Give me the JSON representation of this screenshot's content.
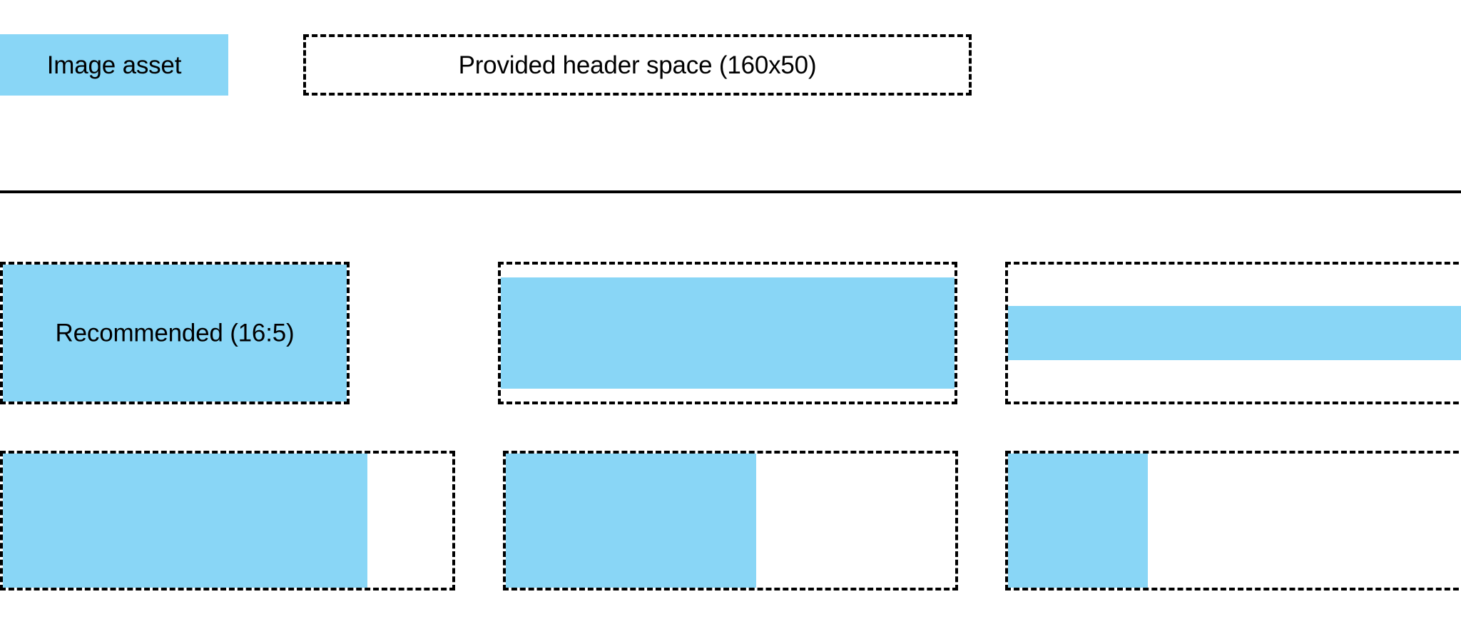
{
  "page": {
    "background": "#ffffff",
    "accent_blue": "#89D6F6",
    "outline_color": "#000000"
  },
  "header": {
    "asset_swatch_label": "Image asset",
    "provided_space_label": "Provided header space (160x50)"
  },
  "comparison": {
    "rows": [
      {
        "name": "aspect-ratio-row",
        "slots": [
          {
            "label": "Recommended (16:5)",
            "fill_mode": "full"
          },
          {
            "label": "",
            "fill_mode": "inset-vertical"
          },
          {
            "label": "",
            "fill_mode": "thin-band"
          }
        ]
      },
      {
        "name": "fill-width-row",
        "slots": [
          {
            "label": "",
            "fill_mode": "wide"
          },
          {
            "label": "",
            "fill_mode": "medium"
          },
          {
            "label": "",
            "fill_mode": "narrow"
          }
        ]
      }
    ]
  }
}
